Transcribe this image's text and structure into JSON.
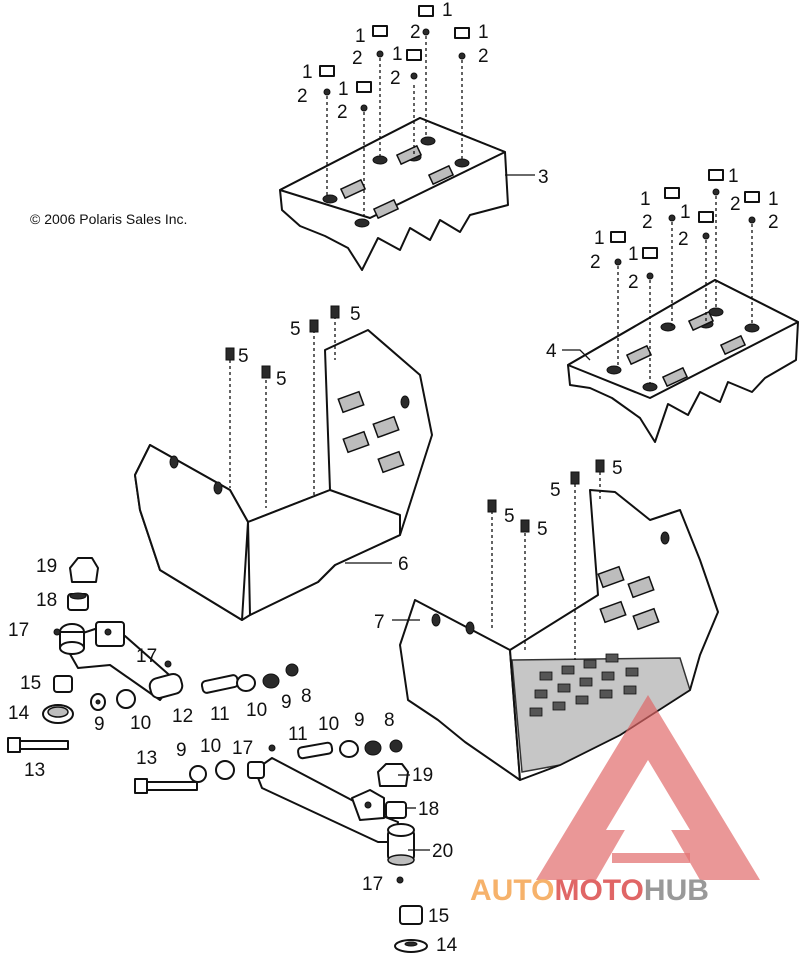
{
  "copyright": "© 2006 Polaris Sales Inc.",
  "watermark": {
    "part1": "AUTO",
    "part2": "MOTO",
    "part3": "HUB",
    "colors": {
      "auto": "#f6b26b",
      "moto": "#e06666",
      "hub": "#999999",
      "logo": "#e06666"
    }
  },
  "callouts": {
    "c1": "1",
    "c2": "2",
    "c3": "3",
    "c4": "4",
    "c5": "5",
    "c6": "6",
    "c7": "7",
    "c8": "8",
    "c9": "9",
    "c10": "10",
    "c11": "11",
    "c12": "12",
    "c13": "13",
    "c14": "14",
    "c15": "15",
    "c17": "17",
    "c18": "18",
    "c19": "19",
    "c20": "20"
  }
}
